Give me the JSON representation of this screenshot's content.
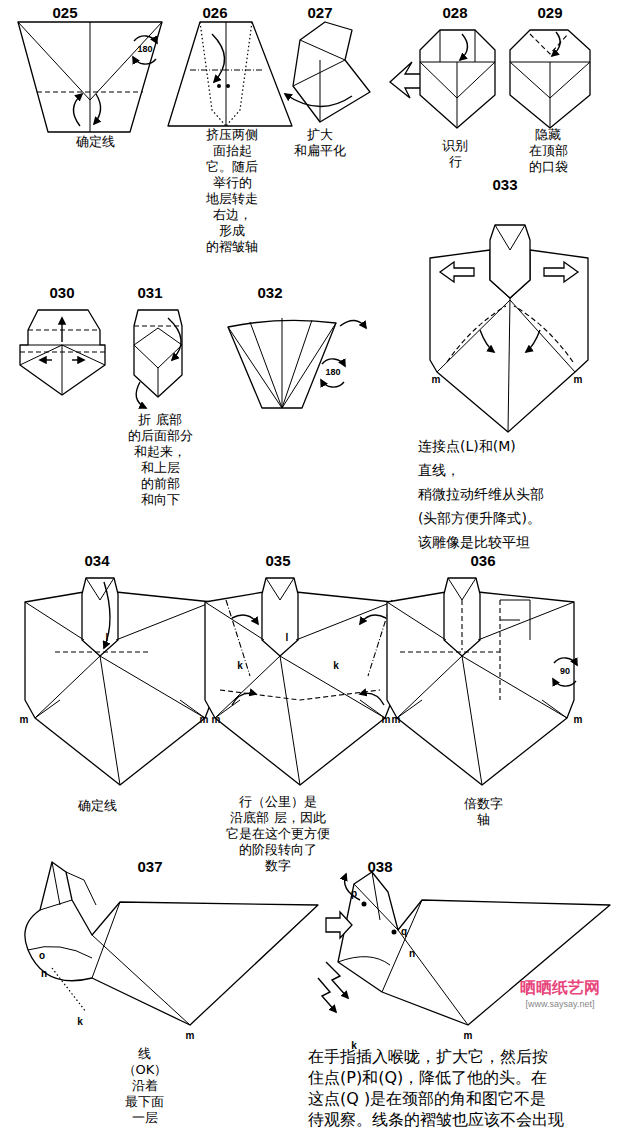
{
  "diagram": {
    "labels": [
      "025",
      "026",
      "027",
      "028",
      "029",
      "180",
      "确定线",
      "挤压两侧 面抬起 它。随后 举行的 地层转走 右边，形成 的褶皱轴",
      "扩大 和扁平化",
      "识别 行",
      "隐藏 在顶部 的口袋",
      "033",
      "030",
      "031",
      "032",
      "180",
      "m",
      "m",
      "折 底部 的后面部分 和起来， 和上层 的前部 和向下",
      "连接点(L)和(M)直线， 稍微拉动纤维从头部 (头部方便升降式)。 该雕像是比较平坦",
      "034",
      "035",
      "036",
      "l",
      "l",
      "k",
      "k",
      "90",
      "m",
      "m",
      "m",
      "m",
      "m",
      "m",
      "确定线",
      "行（公里）是 沿底部 层，因此 它是在这个更方便 的阶段转向了 数字",
      "倍数字 轴",
      "037",
      "038",
      "o",
      "n",
      "k",
      "m",
      "p",
      "q",
      "n",
      "k",
      "m",
      "晒晒纸艺网",
      "[www.saysay.net]",
      "线（OK）沿着 最下面 一层",
      "在手指插入喉咙，扩大它，然后按 住点(P)和(Q)，降低了他的头。在 这点(Q )是在颈部的角和图它不是 待观察。线条的褶皱也应该不会出现"
    ]
  }
}
